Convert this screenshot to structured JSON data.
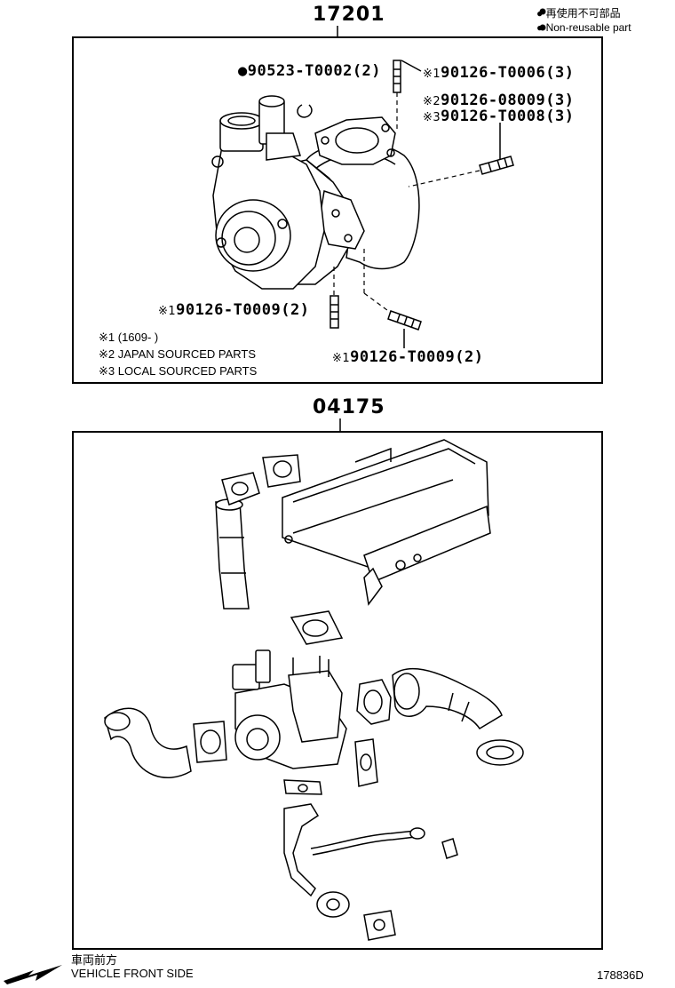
{
  "legend": {
    "line1": "● 再使用不可部品",
    "line2": "● Non-reusable part"
  },
  "section1": {
    "part_number": "17201",
    "callouts": {
      "gasket": "●90523-T0002(2)",
      "stud_top_mark": "※1",
      "stud_top": "90126-T0006(3)",
      "stud_mid1_mark": "※2",
      "stud_mid1": "90126-08009(3)",
      "stud_mid2_mark": "※3",
      "stud_mid2": "90126-T0008(3)",
      "stud_left_mark": "※1",
      "stud_left": "90126-T0009(2)",
      "stud_right_mark": "※1",
      "stud_right": "90126-T0009(2)"
    },
    "notes": [
      "※1 (1609-      )",
      "※2 JAPAN SOURCED PARTS",
      "※3 LOCAL SOURCED PARTS"
    ]
  },
  "section2": {
    "part_number": "04175"
  },
  "footer": {
    "direction_jp": "車両前方",
    "direction_en": "VEHICLE FRONT SIDE",
    "figure_id": "178836D"
  }
}
